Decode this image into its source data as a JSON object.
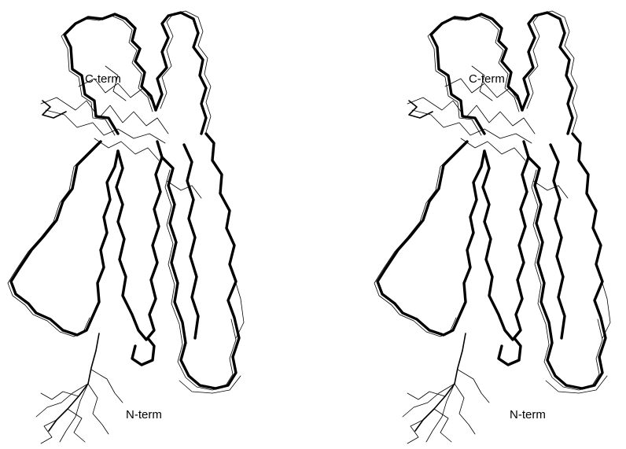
{
  "figure": {
    "panels": [
      {
        "name": "left",
        "labels": {
          "c_term": "C-term",
          "n_term": "N-term"
        }
      },
      {
        "name": "right",
        "labels": {
          "c_term": "C-term",
          "n_term": "N-term"
        }
      }
    ],
    "ink_color": "#000000",
    "background_color": "#ffffff"
  }
}
